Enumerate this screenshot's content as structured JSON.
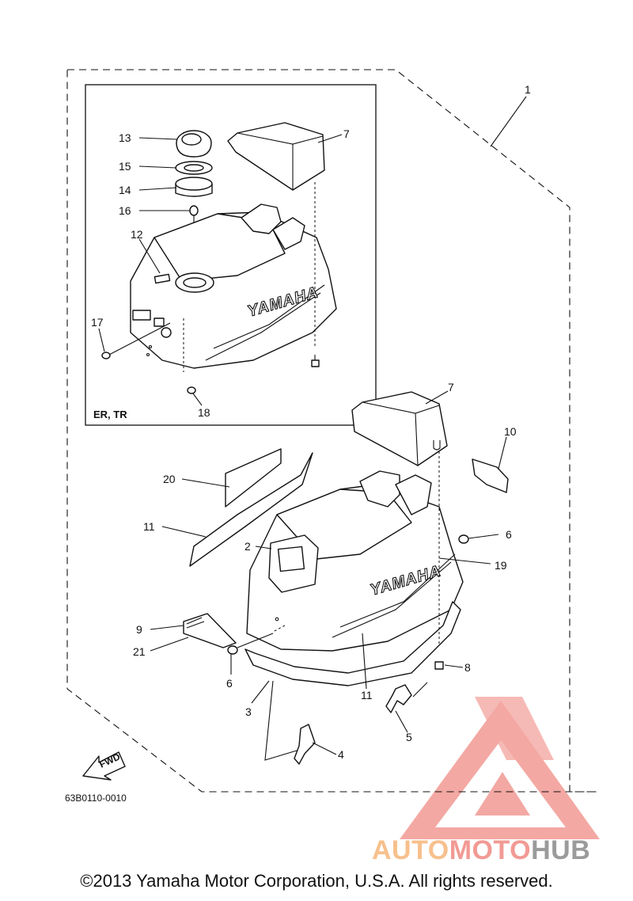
{
  "callouts": [
    {
      "id": "c1",
      "text": "1"
    },
    {
      "id": "c7a",
      "text": "7"
    },
    {
      "id": "c13",
      "text": "13"
    },
    {
      "id": "c15",
      "text": "15"
    },
    {
      "id": "c14",
      "text": "14"
    },
    {
      "id": "c16",
      "text": "16"
    },
    {
      "id": "c12",
      "text": "12"
    },
    {
      "id": "c17",
      "text": "17"
    },
    {
      "id": "c18",
      "text": "18"
    },
    {
      "id": "c7b",
      "text": "7"
    },
    {
      "id": "c10",
      "text": "10"
    },
    {
      "id": "c20",
      "text": "20"
    },
    {
      "id": "c11a",
      "text": "11"
    },
    {
      "id": "c2",
      "text": "2"
    },
    {
      "id": "c6a",
      "text": "6"
    },
    {
      "id": "c19",
      "text": "19"
    },
    {
      "id": "c9",
      "text": "9"
    },
    {
      "id": "c21",
      "text": "21"
    },
    {
      "id": "c6b",
      "text": "6"
    },
    {
      "id": "c8",
      "text": "8"
    },
    {
      "id": "c11b",
      "text": "11"
    },
    {
      "id": "c3",
      "text": "3"
    },
    {
      "id": "c5",
      "text": "5"
    },
    {
      "id": "c4",
      "text": "4"
    }
  ],
  "inset_label": "ER, TR",
  "brand_top": "YAMAHA",
  "brand_bottom": "YAMAHA",
  "fwd_label": "FWD",
  "diagram_code": "63B0110-0010",
  "watermark": {
    "part1": "AUTO",
    "part2": "MOTO",
    "part3": "HUB"
  },
  "copyright": "©2013 Yamaha Motor Corporation, U.S.A. All rights reserved.",
  "colors": {
    "watermark_red": "#f29a94",
    "watermark_orange": "#f7c08c",
    "watermark_gray": "#9b9b9b",
    "line": "#111111"
  }
}
